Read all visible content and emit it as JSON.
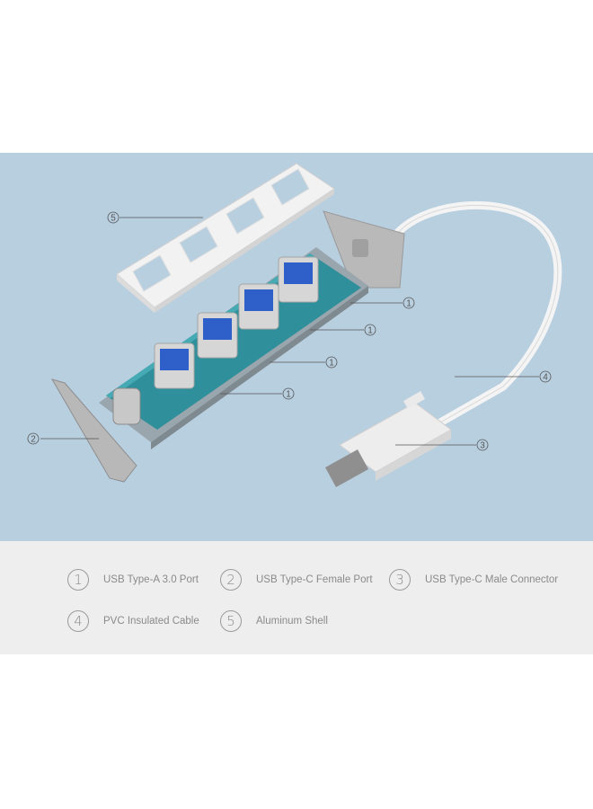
{
  "callouts": [
    {
      "num": "5",
      "part": "aluminum-shell"
    },
    {
      "num": "1",
      "part": "usb-a-port"
    },
    {
      "num": "1",
      "part": "usb-a-port"
    },
    {
      "num": "1",
      "part": "usb-a-port"
    },
    {
      "num": "1",
      "part": "usb-a-port"
    },
    {
      "num": "4",
      "part": "pvc-cable"
    },
    {
      "num": "2",
      "part": "usb-c-female-port"
    },
    {
      "num": "3",
      "part": "usb-c-male-connector"
    }
  ],
  "legend": [
    {
      "num": "1",
      "label": "USB Type-A 3.0 Port"
    },
    {
      "num": "2",
      "label": "USB Type-C Female Port"
    },
    {
      "num": "3",
      "label": "USB Type-C Male Connector"
    },
    {
      "num": "4",
      "label": "PVC Insulated Cable"
    },
    {
      "num": "5",
      "label": "Aluminum Shell"
    }
  ],
  "colors": {
    "panel_background": "#b8cfe0",
    "legend_background": "#eeeeee",
    "pcb": "#2f8f9a",
    "usb_blue": "#2f5fc8",
    "aluminum": "#c9c9c9"
  }
}
